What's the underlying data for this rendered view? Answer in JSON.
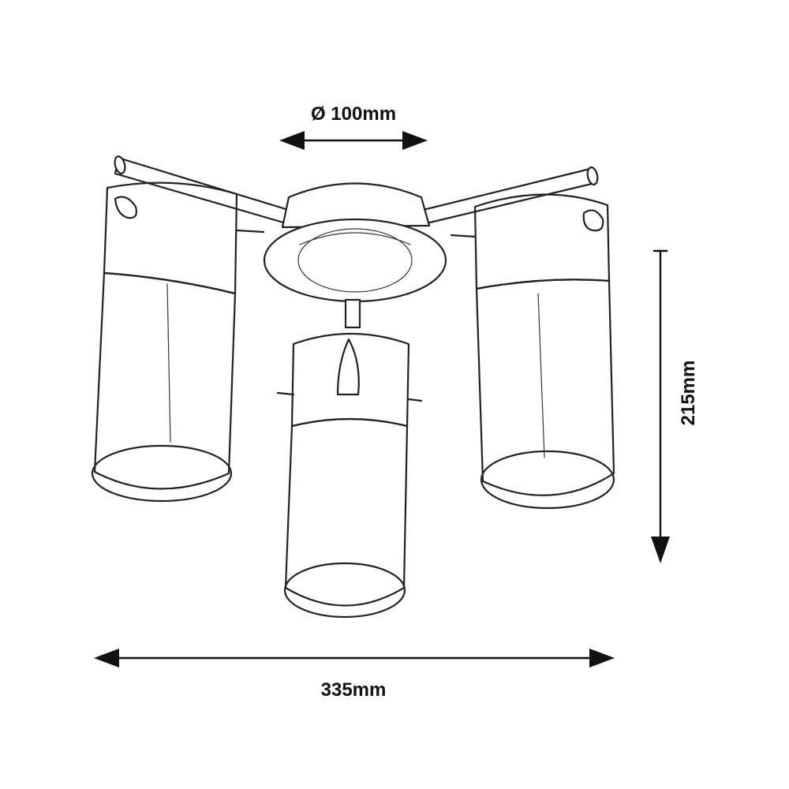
{
  "dimensions": {
    "diameter": "Ø 100mm",
    "height": "215mm",
    "width": "335mm"
  },
  "colors": {
    "ink": "#222222",
    "background": "#ffffff"
  }
}
